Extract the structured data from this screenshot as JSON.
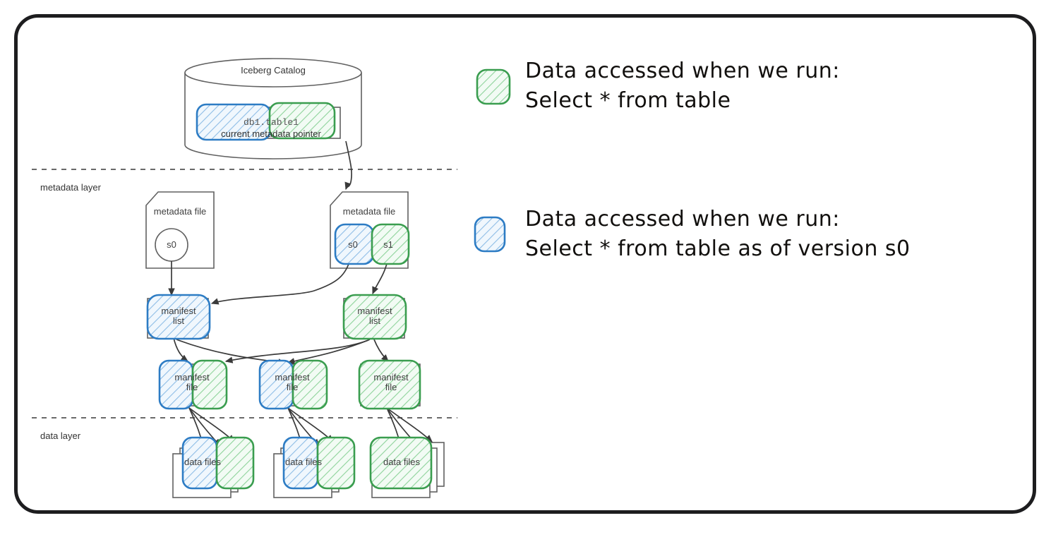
{
  "diagram": {
    "title_shapes": {
      "catalog": "Iceberg Catalog",
      "catalog_entry_table": "db1.table1",
      "catalog_entry_pointer": "current metadata pointer"
    },
    "layers": [
      {
        "name": "metadata layer"
      },
      {
        "name": "data layer"
      }
    ],
    "metadata_files": [
      {
        "label": "metadata file",
        "snapshots": [
          {
            "id": "s0",
            "highlight": "none"
          }
        ]
      },
      {
        "label": "metadata file",
        "snapshots": [
          {
            "id": "s0",
            "highlight": "blue"
          },
          {
            "id": "s1",
            "highlight": "green"
          }
        ]
      }
    ],
    "manifest_lists": [
      {
        "label": "manifest\nlist",
        "highlight": "blue"
      },
      {
        "label": "manifest\nlist",
        "highlight": "green"
      }
    ],
    "manifest_files": [
      {
        "label": "manifest\nfile",
        "highlight": "blue-green"
      },
      {
        "label": "manifest\nfile",
        "highlight": "blue-green"
      },
      {
        "label": "manifest\nfile",
        "highlight": "green"
      }
    ],
    "data_file_groups": [
      {
        "label": "data files",
        "highlight": "blue-green"
      },
      {
        "label": "data files",
        "highlight": "blue-green"
      },
      {
        "label": "data files",
        "highlight": "green"
      }
    ]
  },
  "legend": {
    "items": [
      {
        "swatch": "green",
        "text": "Data accessed when we run:\nSelect * from table"
      },
      {
        "swatch": "blue",
        "text": "Data accessed when we run:\nSelect * from table as of version s0"
      }
    ]
  },
  "colors": {
    "green_stroke": "#3a9d4f",
    "green_fill": "#eaf6ec",
    "blue_stroke": "#2d7cc4",
    "blue_fill": "#e7f1fb",
    "shape_stroke": "#616161",
    "frame": "#1d1d1f",
    "text": "#404040"
  }
}
